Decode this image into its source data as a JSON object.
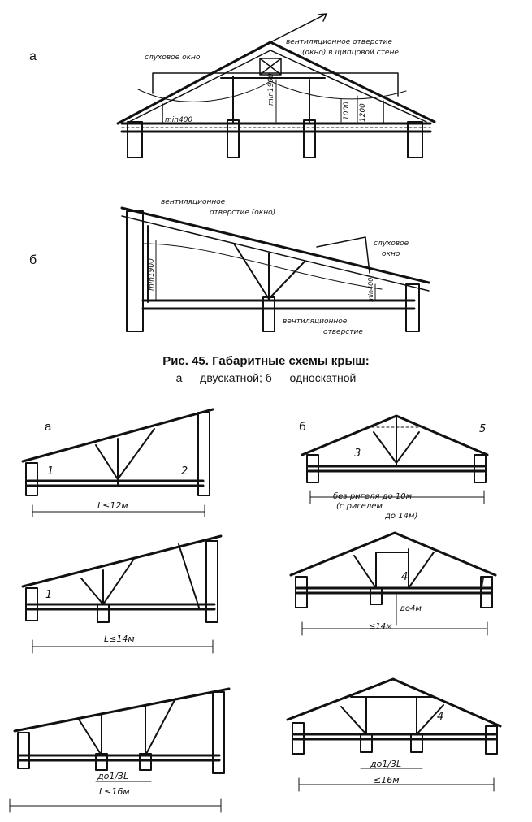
{
  "top_figure": {
    "caption_title": "Рис. 45. Габаритные схемы крыш:",
    "caption_sub": "а — двускатной; б — односкатной",
    "scheme_a": {
      "letter": "а",
      "vent_label_1": "вентиляционное отверстие",
      "vent_label_2": "(окно) в щипцовой стене",
      "dormer_label": "слуховое окно",
      "dim_min400": "min400",
      "dim_min1900": "min1900",
      "dim_1000": "1000",
      "dim_1200": "1200"
    },
    "scheme_b": {
      "letter": "б",
      "vent_top_1": "вентиляционное",
      "vent_top_2": "отверстие (окно)",
      "dormer_1": "слуховое",
      "dormer_2": "окно",
      "dim_min1900": "min1900",
      "dim_min400": "min400",
      "vent_bottom_1": "вентиляционное",
      "vent_bottom_2": "отверстие"
    }
  },
  "bottom_figure": {
    "col_a": {
      "letter": "а",
      "d1": {
        "n1": "1",
        "n2": "2",
        "span": "L≤12м"
      },
      "d2": {
        "n1": "1",
        "span": "L≤14м"
      },
      "d3": {
        "note": "до1/3L",
        "span": "L≤16м"
      }
    },
    "col_b": {
      "letter": "б",
      "d1": {
        "n3": "3",
        "n5": "5",
        "note1": "без ригеля до 10м",
        "note2": "(с ригелем",
        "note3": "до 14м)"
      },
      "d2": {
        "n4": "4",
        "n1": "1",
        "note": "до4м",
        "span": "≤14м"
      },
      "d3": {
        "n4": "4",
        "note": "до1/3L",
        "span": "≤16м"
      }
    }
  }
}
